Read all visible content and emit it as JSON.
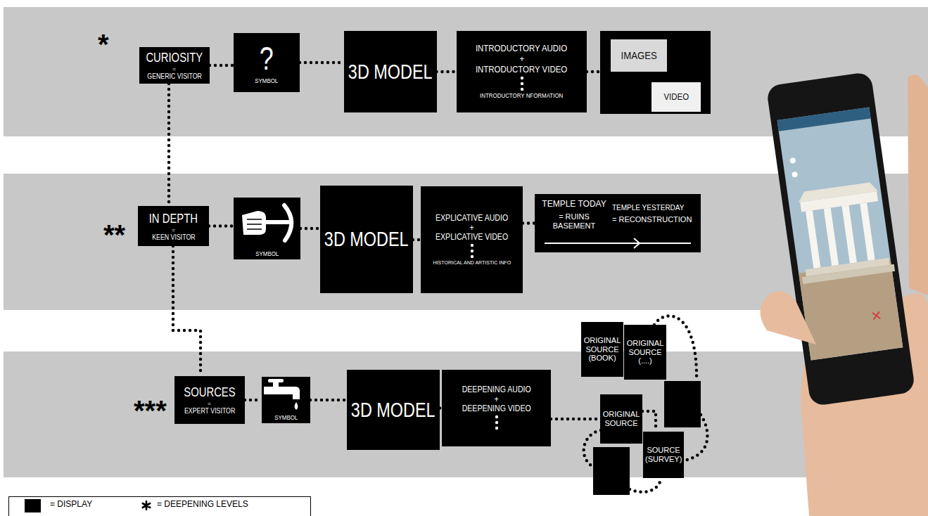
{
  "diagram": {
    "nodes": [
      {
        "text": [
          "*"
        ]
      },
      {
        "text": [
          "CURIOSITY",
          "=",
          "GENERIC VISITOR"
        ],
        "in": 0
      },
      {
        "text": [
          "?",
          "SYMBOL"
        ],
        "in": 0
      },
      {
        "text": [
          "3D MODEL"
        ],
        "in": 0
      },
      {
        "text": [
          "INTRODUCTORY AUDIO",
          "+",
          "INTRODUCTORY VIDEO",
          "INTRODUCTORY NFORMATION"
        ],
        "in": 0
      },
      {
        "text": [],
        "in": 0
      },
      {
        "text": [
          "IMAGES"
        ],
        "in": 5
      },
      {
        "text": [
          "VIDEO"
        ],
        "in": 5
      },
      {
        "text": [
          "**"
        ]
      },
      {
        "text": [
          "IN DEPTH",
          "=",
          "KEEN VISITOR"
        ],
        "in": 8
      },
      {
        "text": [
          "SYMBOL"
        ],
        "in": 8
      },
      {
        "text": [
          "3D MODEL"
        ],
        "in": 8
      },
      {
        "text": [
          "EXPLICATIVE AUDIO",
          "+",
          "EXPLICATIVE VIDEO",
          "HISTORICAL AND ARTISTIC INFO"
        ],
        "in": 8
      },
      {
        "text": [
          "TEMPLE TODAY",
          "= RUINS BASEMENT",
          "TEMPLE YESTERDAY",
          "= RECONSTRUCTION"
        ],
        "in": 8
      },
      {
        "text": [
          "***"
        ]
      },
      {
        "text": [
          "SOURCES",
          "=",
          "EXPERT VISITOR"
        ],
        "in": 14
      },
      {
        "text": [
          "SYMBOL"
        ],
        "in": 14
      },
      {
        "text": [
          "3D MODEL"
        ],
        "in": 14
      },
      {
        "text": [
          "DEEPENING AUDIO",
          "+",
          "DEEPENING VIDEO"
        ],
        "in": 14
      },
      {
        "text": [
          "ORIGINAL SOURCE (BOOK)"
        ]
      },
      {
        "text": [
          "ORIGINAL SOURCE (....)"
        ]
      },
      {
        "text": [
          "ORIGINAL SOURCE"
        ]
      },
      {
        "text": [
          "SOURCE (SURVEY)"
        ]
      }
    ],
    "edges": [
      {
        "from": 1,
        "to": 2,
        "arrow": "none"
      },
      {
        "from": 2,
        "to": 3,
        "arrow": "none"
      },
      {
        "from": 3,
        "to": 4,
        "arrow": "none"
      },
      {
        "from": 4,
        "to": 5,
        "arrow": "none"
      },
      {
        "from": 1,
        "to": 9,
        "arrow": "none"
      },
      {
        "from": 9,
        "to": 10,
        "arrow": "none"
      },
      {
        "from": 10,
        "to": 11,
        "arrow": "none"
      },
      {
        "from": 11,
        "to": 12,
        "arrow": "none"
      },
      {
        "from": 12,
        "to": 13,
        "arrow": "none"
      },
      {
        "from": 9,
        "to": 15,
        "arrow": "none"
      },
      {
        "from": 15,
        "to": 16,
        "arrow": "none"
      },
      {
        "from": 16,
        "to": 17,
        "arrow": "none"
      },
      {
        "from": 17,
        "to": 18,
        "arrow": "none"
      },
      {
        "from": 18,
        "to": 21,
        "arrow": "none"
      },
      {
        "from": 21,
        "to": 22,
        "arrow": "none"
      }
    ],
    "legend": [
      {
        "text": "= DISPLAY",
        "color": "#000000"
      },
      {
        "text": "= DEEPENING LEVELS"
      }
    ]
  }
}
